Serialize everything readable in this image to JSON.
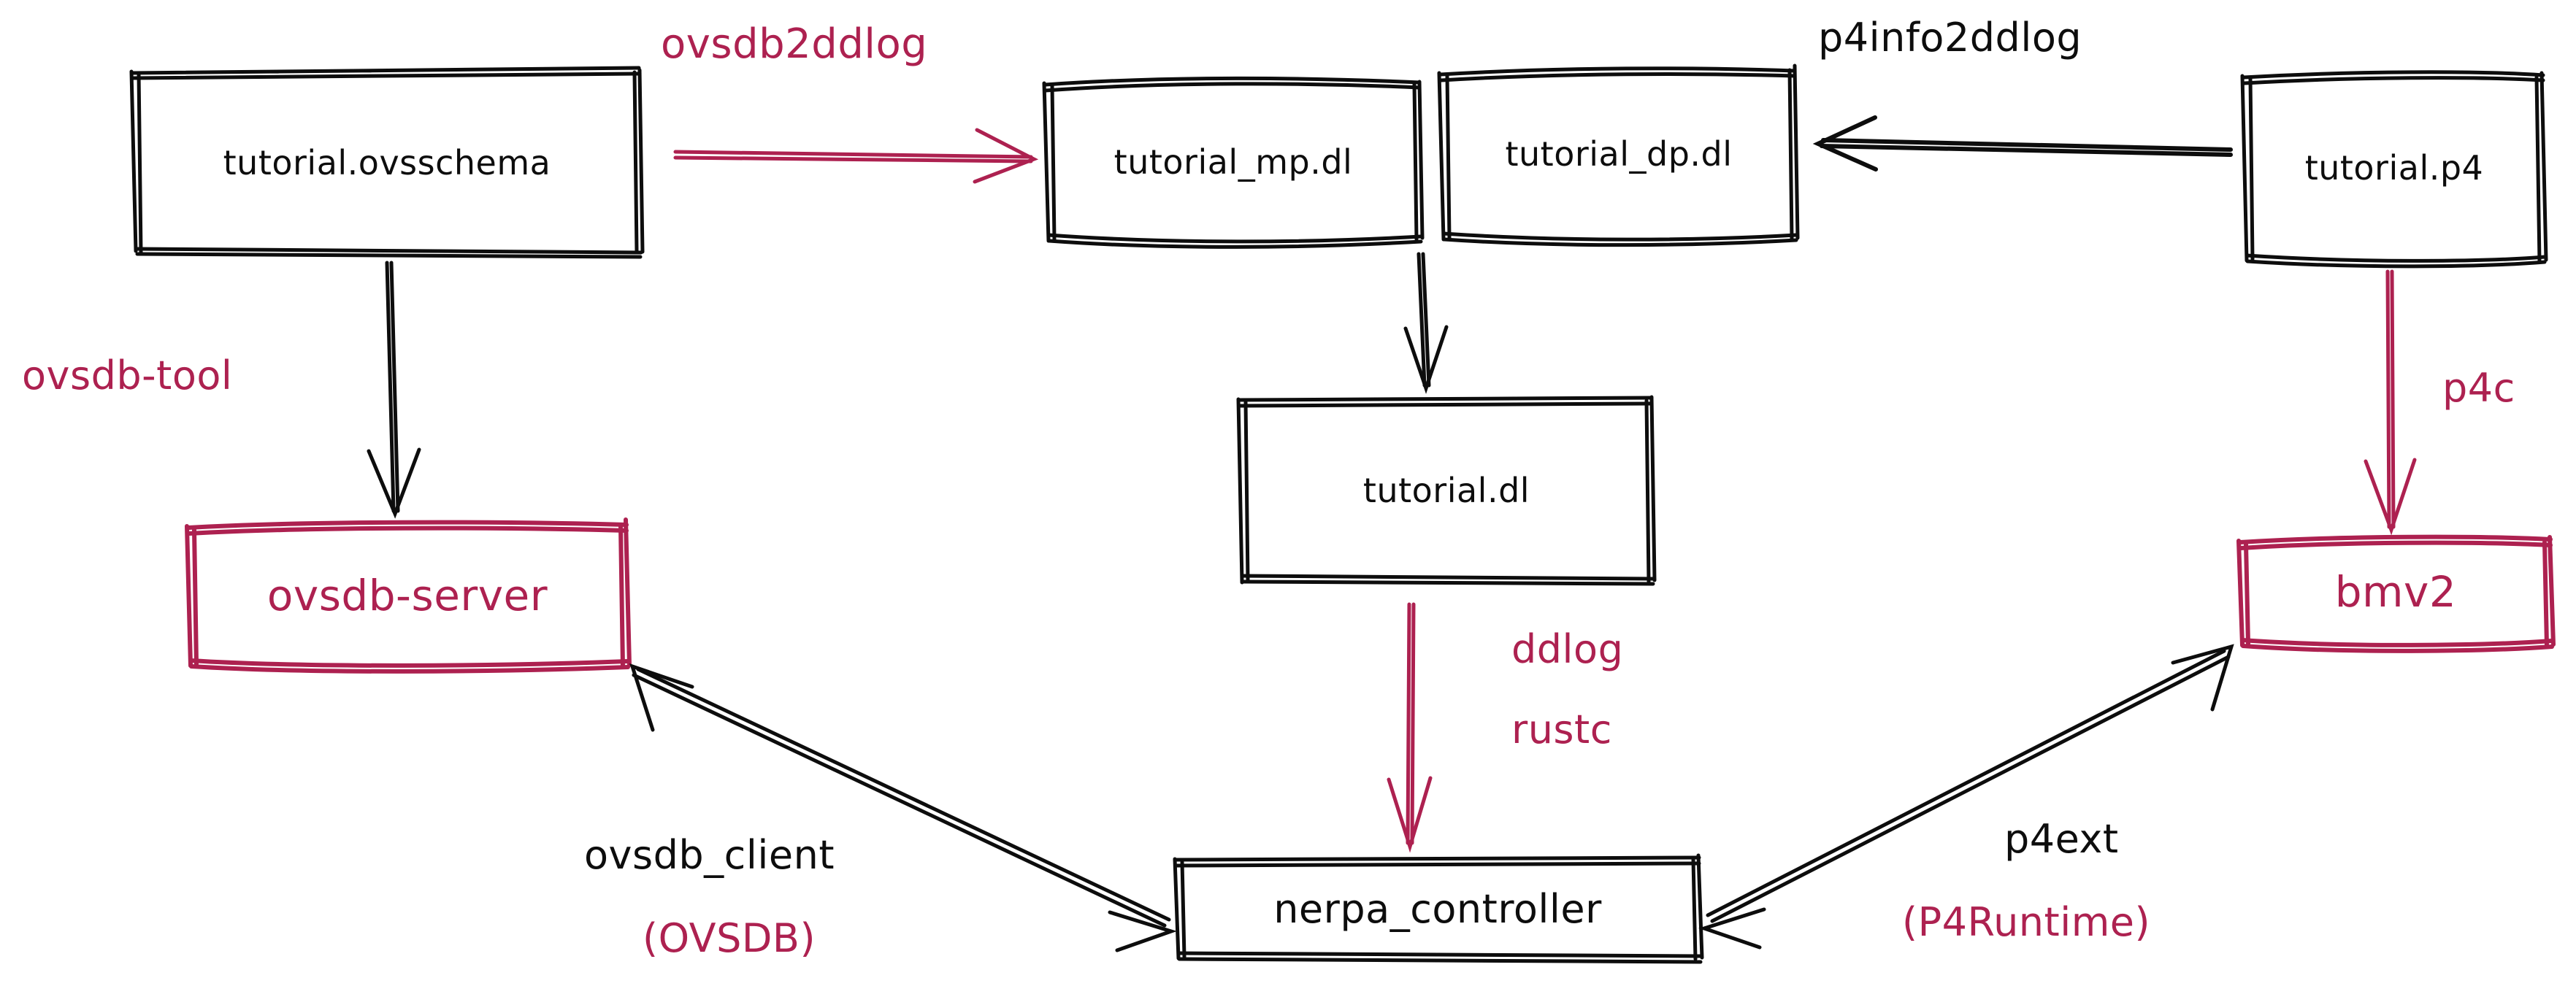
{
  "diagram": {
    "title": "Nerpa toolchain dataflow diagram",
    "style": "hand-drawn sketch",
    "colors": {
      "ink_black": "#0d0d0d",
      "accent_crimson": "#ad2150",
      "background": "#ffffff"
    },
    "nodes": [
      {
        "id": "tutorial-ovsschema",
        "label": "tutorial.ovsschema",
        "color": "black",
        "border": "black"
      },
      {
        "id": "tutorial-mp-dl",
        "label": "tutorial_mp.dl",
        "color": "black",
        "border": "black"
      },
      {
        "id": "tutorial-dp-dl",
        "label": "tutorial_dp.dl",
        "color": "black",
        "border": "black"
      },
      {
        "id": "tutorial-p4",
        "label": "tutorial.p4",
        "color": "black",
        "border": "black"
      },
      {
        "id": "tutorial-dl",
        "label": "tutorial.dl",
        "color": "black",
        "border": "black"
      },
      {
        "id": "ovsdb-server",
        "label": "ovsdb-server",
        "color": "crimson",
        "border": "crimson"
      },
      {
        "id": "bmv2",
        "label": "bmv2",
        "color": "crimson",
        "border": "crimson"
      },
      {
        "id": "nerpa-controller",
        "label": "nerpa_controller",
        "color": "black",
        "border": "black"
      }
    ],
    "edges": [
      {
        "id": "ovsschema-to-mp",
        "from": "tutorial-ovsschema",
        "to": "tutorial-mp-dl",
        "label": "ovsdb2ddlog",
        "color": "crimson"
      },
      {
        "id": "p4-to-dp",
        "from": "tutorial-p4",
        "to": "tutorial-dp-dl",
        "label": "p4info2ddlog",
        "color": "black"
      },
      {
        "id": "ovsschema-to-server",
        "from": "tutorial-ovsschema",
        "to": "ovsdb-server",
        "label": "ovsdb-tool",
        "color": "crimson",
        "arrow_color": "black"
      },
      {
        "id": "p4-to-bmv2",
        "from": "tutorial-p4",
        "to": "bmv2",
        "label": "p4c",
        "color": "crimson"
      },
      {
        "id": "mp-to-dl",
        "from": "tutorial-mp-dl",
        "to": "tutorial-dl",
        "label": "",
        "color": "black"
      },
      {
        "id": "dl-to-controller",
        "from": "tutorial-dl",
        "to": "nerpa-controller",
        "label_line1": "ddlog",
        "label_line2": "rustc",
        "color": "crimson"
      },
      {
        "id": "server-controller",
        "from": "ovsdb-server",
        "to": "nerpa-controller",
        "label_line1": "ovsdb_client",
        "label_line2": "(OVSDB)",
        "line1_color": "black",
        "line2_color": "crimson",
        "color": "black",
        "bidirectional": true
      },
      {
        "id": "bmv2-controller",
        "from": "bmv2",
        "to": "nerpa-controller",
        "label_line1": "p4ext",
        "label_line2": "(P4Runtime)",
        "line1_color": "black",
        "line2_color": "crimson",
        "color": "black",
        "bidirectional": true
      }
    ],
    "edge_labels": {
      "ovsdb2ddlog": "ovsdb2ddlog",
      "p4info2ddlog": "p4info2ddlog",
      "ovsdb_tool": "ovsdb-tool",
      "p4c": "p4c",
      "ddlog": "ddlog",
      "rustc": "rustc",
      "ovsdb_client": "ovsdb_client",
      "ovsdb_paren": "(OVSDB)",
      "p4ext": "p4ext",
      "p4runtime_paren": "(P4Runtime)"
    }
  }
}
